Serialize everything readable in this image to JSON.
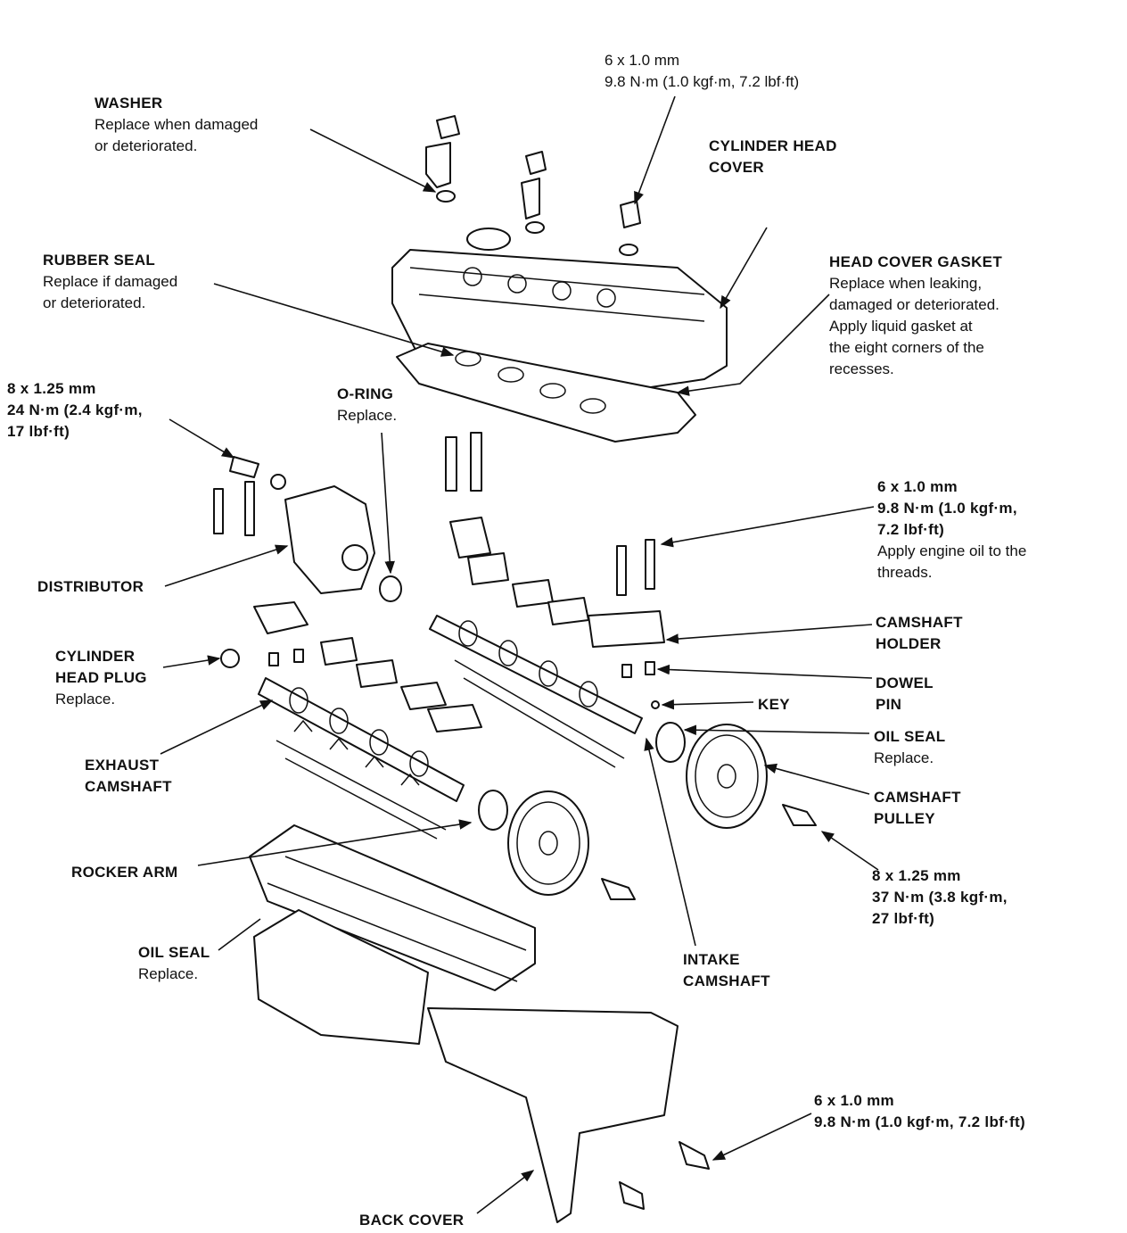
{
  "labels": {
    "washer": {
      "title": "WASHER",
      "desc": [
        "Replace when damaged",
        "or deteriorated."
      ]
    },
    "bolt_top": {
      "title": "",
      "desc": [
        "6 x 1.0 mm",
        "9.8 N·m (1.0 kgf·m, 7.2 lbf·ft)"
      ]
    },
    "cyl_head_cover": {
      "title": "CYLINDER HEAD",
      "title2": "COVER"
    },
    "rubber_seal": {
      "title": "RUBBER SEAL",
      "desc": [
        "Replace if damaged",
        "or deteriorated."
      ]
    },
    "head_cover_gasket": {
      "title": "HEAD COVER GASKET",
      "desc": [
        "Replace when leaking,",
        "damaged or deteriorated.",
        "Apply liquid gasket at",
        "the eight corners of the",
        "recesses."
      ]
    },
    "bolt_left": {
      "desc": [
        "8 x 1.25 mm",
        "24 N·m (2.4 kgf·m,",
        "17 lbf·ft)"
      ]
    },
    "o_ring": {
      "title": "O-RING",
      "desc": [
        "Replace."
      ]
    },
    "bolt_right": {
      "desc": [
        "6 x 1.0 mm",
        "9.8 N·m (1.0 kgf·m,",
        "7.2 lbf·ft)",
        "Apply engine oil to the",
        "threads."
      ]
    },
    "distributor": {
      "title": "DISTRIBUTOR"
    },
    "camshaft_holder": {
      "title": "CAMSHAFT",
      "title2": "HOLDER"
    },
    "cylinder_head_plug": {
      "title": "CYLINDER",
      "title2": "HEAD PLUG",
      "desc": [
        "Replace."
      ]
    },
    "dowel_pin": {
      "title": "DOWEL",
      "title2": "PIN"
    },
    "key": {
      "title": "KEY"
    },
    "oil_seal_right": {
      "title": "OIL SEAL",
      "desc": [
        "Replace."
      ]
    },
    "exhaust_camshaft": {
      "title": "EXHAUST",
      "title2": "CAMSHAFT"
    },
    "camshaft_pulley": {
      "title": "CAMSHAFT",
      "title2": "PULLEY"
    },
    "bolt_pulley": {
      "desc": [
        "8 x 1.25 mm",
        "37 N·m (3.8 kgf·m,",
        "27 lbf·ft)"
      ]
    },
    "rocker_arm": {
      "title": "ROCKER ARM"
    },
    "oil_seal_left": {
      "title": "OIL SEAL",
      "desc": [
        "Replace."
      ]
    },
    "intake_camshaft": {
      "title": "INTAKE",
      "title2": "CAMSHAFT"
    },
    "bolt_bottom": {
      "desc": [
        "6 x 1.0 mm",
        "9.8 N·m (1.0 kgf·m, 7.2 lbf·ft)"
      ]
    },
    "back_cover": {
      "title": "BACK COVER"
    }
  }
}
